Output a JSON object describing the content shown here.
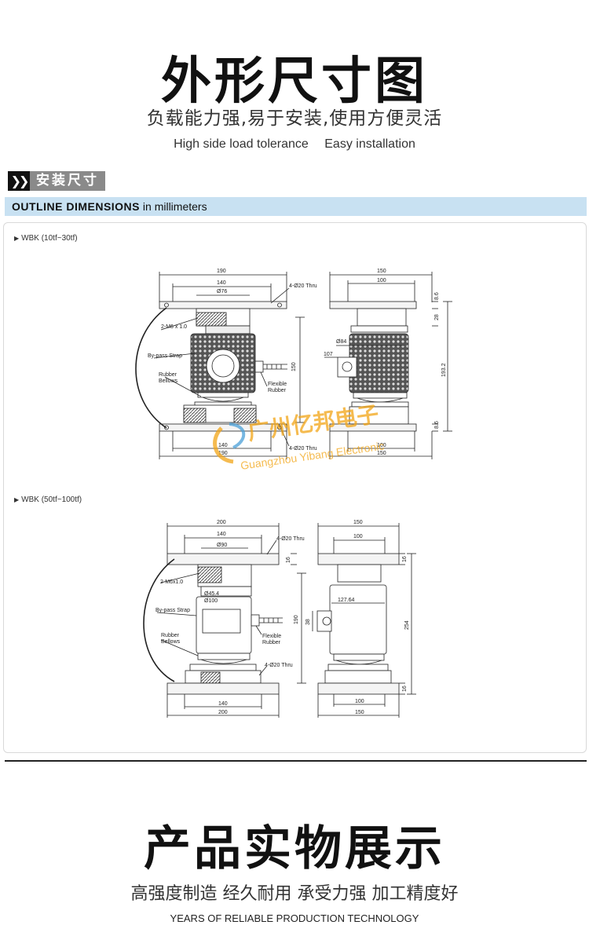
{
  "header": {
    "title": "外形尺寸图",
    "subtitle_cn": "负载能力强,易于安装,使用方便灵活",
    "subtitle_en_1": "High side load tolerance",
    "subtitle_en_2": "Easy installation"
  },
  "section_tag": {
    "chevrons": "❯❯",
    "label": "安装尺寸"
  },
  "outline_bar": {
    "bold": "OUTLINE DIMENSIONS",
    "rest": " in millimeters"
  },
  "models": [
    {
      "name": "WBK (10tf~30tf)",
      "front": {
        "d_190": "190",
        "d_140": "140",
        "d_76": "Ø76",
        "holes": "4-Ø20 Thru",
        "thread": "2-M6 x 1.0",
        "strap": "By-pass Strap",
        "bellows1": "Rubber",
        "bellows2": "Bellows",
        "flex1": "Flexible",
        "flex2": "Rubber",
        "h150": "150",
        "b140": "140",
        "b190": "190",
        "holes_b": "4-Ø20 Thru"
      },
      "side": {
        "d150": "150",
        "d100": "100",
        "d84": "Ø84",
        "d107": "107",
        "h86a": "8.6",
        "h28": "28",
        "h1932": "193.2",
        "h86b": "8.6",
        "b100": "100",
        "b150": "150"
      }
    },
    {
      "name": "WBK (50tf~100tf)",
      "front": {
        "d_200": "200",
        "d_140": "140",
        "d_90": "Ø90",
        "holes": "4-Ø20 Thru",
        "h16": "16",
        "thread": "2-M6x1.0",
        "d454": "Ø45.4",
        "d100": "Ø100",
        "strap": "By-pass Strap",
        "h190": "190",
        "bellows1": "Rubber",
        "bellows2": "Bellows",
        "flex1": "Flexible",
        "flex2": "Rubber",
        "holes_b": "4-Ø20 Thru",
        "b140": "140",
        "b200": "200"
      },
      "side": {
        "d150": "150",
        "d100": "100",
        "h16a": "16",
        "d12764": "127.64",
        "h38": "38",
        "h254": "254",
        "h16b": "16",
        "b100": "100",
        "b150": "150"
      }
    }
  ],
  "watermark": {
    "cn": "广州亿邦电子",
    "en": "Guangzhou Yibang Electronic"
  },
  "footer": {
    "title": "产品实物展示",
    "subtitle_cn": "高强度制造 经久耐用 承受力强 加工精度好",
    "subtitle_en": "YEARS OF RELIABLE PRODUCTION TECHNOLOGY"
  },
  "colors": {
    "outline_bar": "#c8e1f2",
    "tag_bg": "#8a8a8a",
    "watermark": "#f2a516"
  }
}
